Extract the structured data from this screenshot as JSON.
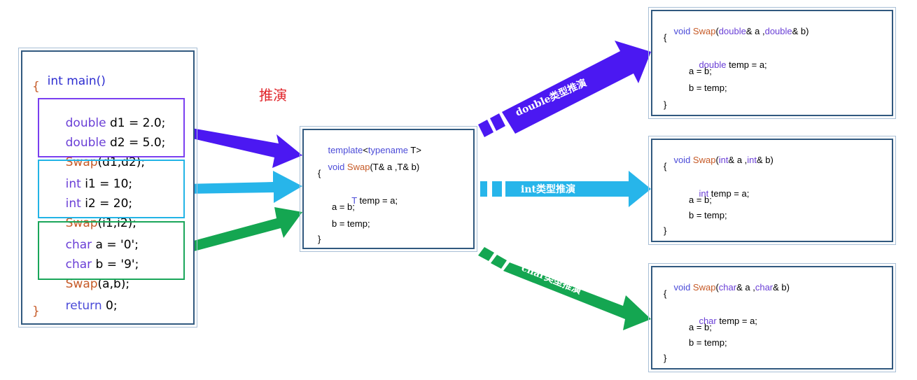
{
  "main_code": {
    "line1": "int main()",
    "open_brace": "{",
    "d1_type": "double",
    "d1_rest": " d1 = 2.0;",
    "d2_type": "double",
    "d2_rest": " d2 = 5.0;",
    "swap_fn": "Swap",
    "swap_d_args": "(d1,d2);",
    "i1_type": "int",
    "i1_rest": " i1 = 10;",
    "i2_type": "int",
    "i2_rest": " i2 = 20;",
    "swap_i_args": "(i1,i2);",
    "ca_type": "char",
    "ca_rest": " a = '0';",
    "cb_type": "char",
    "cb_rest": " b = '9';",
    "swap_c_args": "(a,b);",
    "return_kw": "return",
    "return_rest": " 0;",
    "close_brace": "}"
  },
  "deduce_label": "推演",
  "template_code": {
    "kw_template": "template",
    "lt": "<",
    "kw_typename": "typename",
    "T_gt": " T>",
    "kw_void": "void ",
    "fn": "Swap",
    "params": "(T& a ,T& b)",
    "open_brace": "{",
    "T": "T",
    "temp_rest": " temp = a;",
    "a_eq_b": "a = b;",
    "b_eq_temp": "b = temp;",
    "close_brace": "}"
  },
  "instances": [
    {
      "type": "double",
      "void": "void ",
      "fn": "Swap",
      "p1": "(",
      "p2": "& a ,",
      "p3": "& b)",
      "open": "{",
      "temp_rest": " temp = a;",
      "a_eq_b": "a = b;",
      "b_eq_temp": "b = temp;",
      "close": "}"
    },
    {
      "type": "int",
      "void": "void ",
      "fn": "Swap",
      "p1": "(",
      "p2": "& a ,",
      "p3": "& b)",
      "open": "{",
      "temp_rest": " temp = a;",
      "a_eq_b": "a = b;",
      "b_eq_temp": "b = temp;",
      "close": "}"
    },
    {
      "type": "char",
      "void": "void ",
      "fn": "Swap",
      "p1": "(",
      "p2": "& a ,",
      "p3": "& b)",
      "open": "{",
      "temp_rest": " temp = a;",
      "a_eq_b": "a = b;",
      "b_eq_temp": "b = temp;",
      "close": "}"
    }
  ],
  "arrow_labels": {
    "double": "double类型推演",
    "int": "int类型推演",
    "char": "char类型推演"
  },
  "colors": {
    "double_group": "#7a3ff0",
    "int_group": "#22b4e6",
    "char_group": "#1aa65a",
    "double_arrow": "#4b18f2",
    "int_arrow": "#27b5ea",
    "char_arrow": "#14a651",
    "deduce_label": "#e0242a"
  }
}
